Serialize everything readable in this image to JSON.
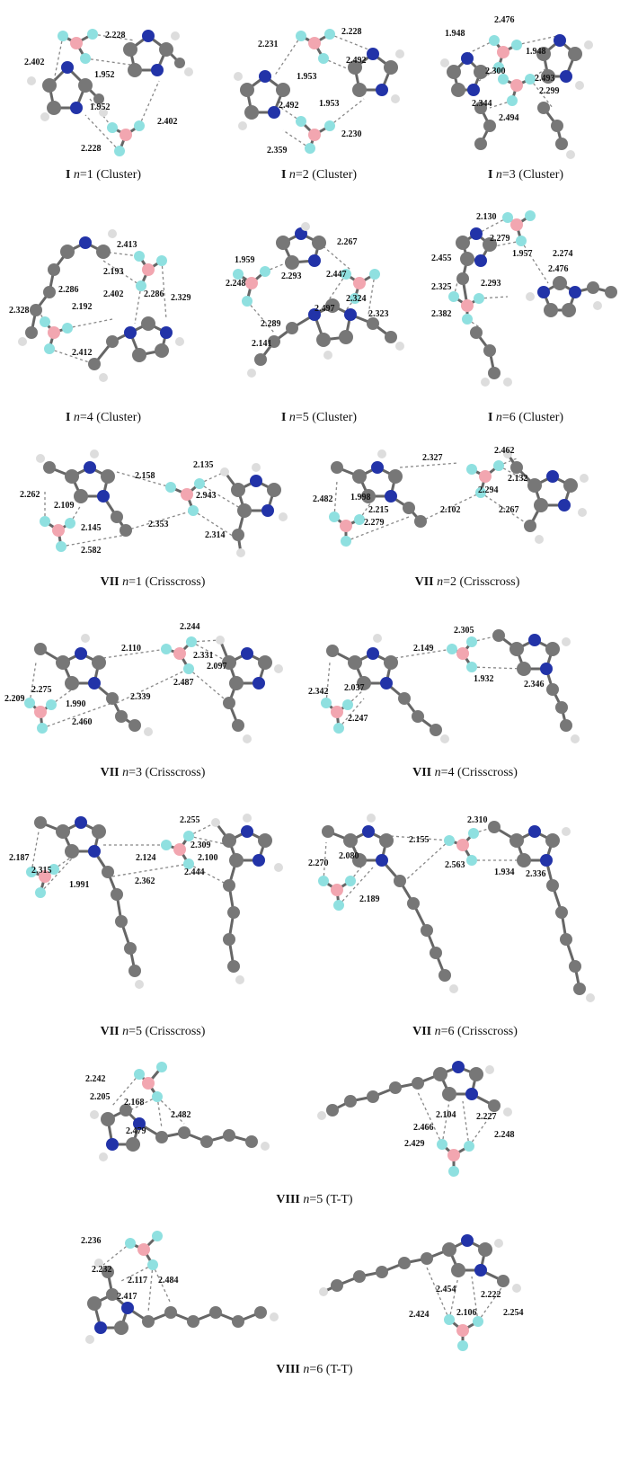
{
  "colors": {
    "carbon": "#7a7a7a",
    "nitrogen": "#2233a8",
    "hydrogen": "#e8e8e8",
    "boron": "#f2a6b0",
    "fluorine": "#8fe0e0",
    "bond": "#666666",
    "hbond": "#888888"
  },
  "panels": [
    {
      "roman": "I",
      "eq": "=1",
      "kind": "(Cluster)",
      "labels": [
        "2.402",
        "2.228",
        "1.952",
        "1.952",
        "2.402",
        "2.228"
      ]
    },
    {
      "roman": "I",
      "eq": "=2",
      "kind": "(Cluster)",
      "labels": [
        "2.231",
        "2.228",
        "1.953",
        "2.492",
        "2.492",
        "1.953",
        "2.359",
        "2.230"
      ]
    },
    {
      "roman": "I",
      "eq": "=3",
      "kind": "(Cluster)",
      "labels": [
        "2.476",
        "1.948",
        "1.948",
        "2.300",
        "2.493",
        "2.344",
        "2.299",
        "2.494"
      ]
    },
    {
      "roman": "I",
      "eq": "=4",
      "kind": "(Cluster)",
      "labels": [
        "2.413",
        "2.193",
        "2.286",
        "2.402",
        "2.286",
        "2.329",
        "2.328",
        "2.192",
        "2.412"
      ]
    },
    {
      "roman": "I",
      "eq": "=5",
      "kind": "(Cluster)",
      "labels": [
        "2.267",
        "1.959",
        "2.248",
        "2.293",
        "2.447",
        "2.324",
        "2.497",
        "2.323",
        "2.289",
        "2.141"
      ]
    },
    {
      "roman": "I",
      "eq": "=6",
      "kind": "(Cluster)",
      "labels": [
        "2.130",
        "2.279",
        "1.957",
        "2.274",
        "2.455",
        "2.476",
        "2.325",
        "2.293",
        "2.382"
      ]
    },
    {
      "roman": "VII",
      "eq": "=1",
      "kind": "(Crisscross)",
      "labels": [
        "2.135",
        "2.158",
        "2.262",
        "2.943",
        "2.109",
        "2.145",
        "2.353",
        "2.314",
        "2.582"
      ]
    },
    {
      "roman": "VII",
      "eq": "=2",
      "kind": "(Crisscross)",
      "labels": [
        "2.327",
        "2.462",
        "2.132",
        "2.294",
        "2.482",
        "1.998",
        "2.215",
        "2.102",
        "2.267",
        "2.279"
      ]
    },
    {
      "roman": "VII",
      "eq": "=3",
      "kind": "(Crisscross)",
      "labels": [
        "2.244",
        "2.110",
        "2.331",
        "2.097",
        "2.209",
        "2.275",
        "2.487",
        "1.990",
        "2.339",
        "2.460"
      ]
    },
    {
      "roman": "VII",
      "eq": "=4",
      "kind": "(Crisscross)",
      "labels": [
        "2.305",
        "2.149",
        "2.346",
        "1.932",
        "2.342",
        "2.037",
        "2.247"
      ]
    },
    {
      "roman": "VII",
      "eq": "=5",
      "kind": "(Crisscross)",
      "labels": [
        "2.255",
        "2.309",
        "2.187",
        "2.100",
        "2.124",
        "2.315",
        "2.444",
        "1.991",
        "2.362"
      ]
    },
    {
      "roman": "VII",
      "eq": "=6",
      "kind": "(Crisscross)",
      "labels": [
        "2.310",
        "2.155",
        "2.336",
        "2.270",
        "2.080",
        "2.563",
        "1.934",
        "2.189"
      ]
    },
    {
      "roman": "",
      "eq": "",
      "kind": "",
      "labels": [
        "2.242",
        "2.205",
        "2.168",
        "2.479",
        "2.482"
      ]
    },
    {
      "roman": "",
      "eq": "",
      "kind": "",
      "labels": [
        "2.104",
        "2.227",
        "2.466",
        "2.429",
        "2.248"
      ]
    },
    {
      "roman": "VIII",
      "eq": "=5",
      "kind": "(T-T)",
      "labels": []
    },
    {
      "roman": "",
      "eq": "",
      "kind": "",
      "labels": [
        "2.236",
        "2.232",
        "2.117",
        "2.484",
        "2.417"
      ]
    },
    {
      "roman": "",
      "eq": "",
      "kind": "",
      "labels": [
        "2.454",
        "2.222",
        "2.424",
        "2.106",
        "2.254"
      ]
    },
    {
      "roman": "VIII",
      "eq": "=6",
      "kind": "(T-T)",
      "labels": []
    }
  ]
}
